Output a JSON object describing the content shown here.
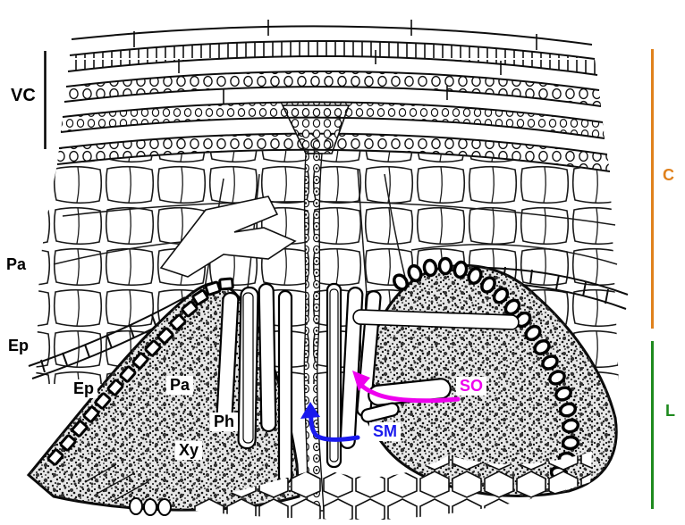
{
  "figure": {
    "description": "Line-drawing micrograph of a plant tissue cross-section with two dark necrotic mounds and a central canal",
    "labels": {
      "vc": {
        "text": "VC"
      },
      "pa_cortex": {
        "text": "Pa"
      },
      "ep_outer": {
        "text": "Ep"
      },
      "ep_mound": {
        "text": "Ep"
      },
      "pa_mound": {
        "text": "Pa"
      },
      "ph": {
        "text": "Ph"
      },
      "xy": {
        "text": "Xy"
      },
      "so": {
        "text": "SO"
      },
      "sm": {
        "text": "SM"
      },
      "c_bracket": {
        "text": "C"
      },
      "l_bracket": {
        "text": "L"
      }
    },
    "annotations": {
      "so_color": "#ee00ee",
      "sm_color": "#1a1aee",
      "c_bracket_color": "#e0811c",
      "l_bracket_color": "#1e8a1e",
      "vc_bracket_color": "#000000",
      "ink_color": "#111111"
    }
  }
}
